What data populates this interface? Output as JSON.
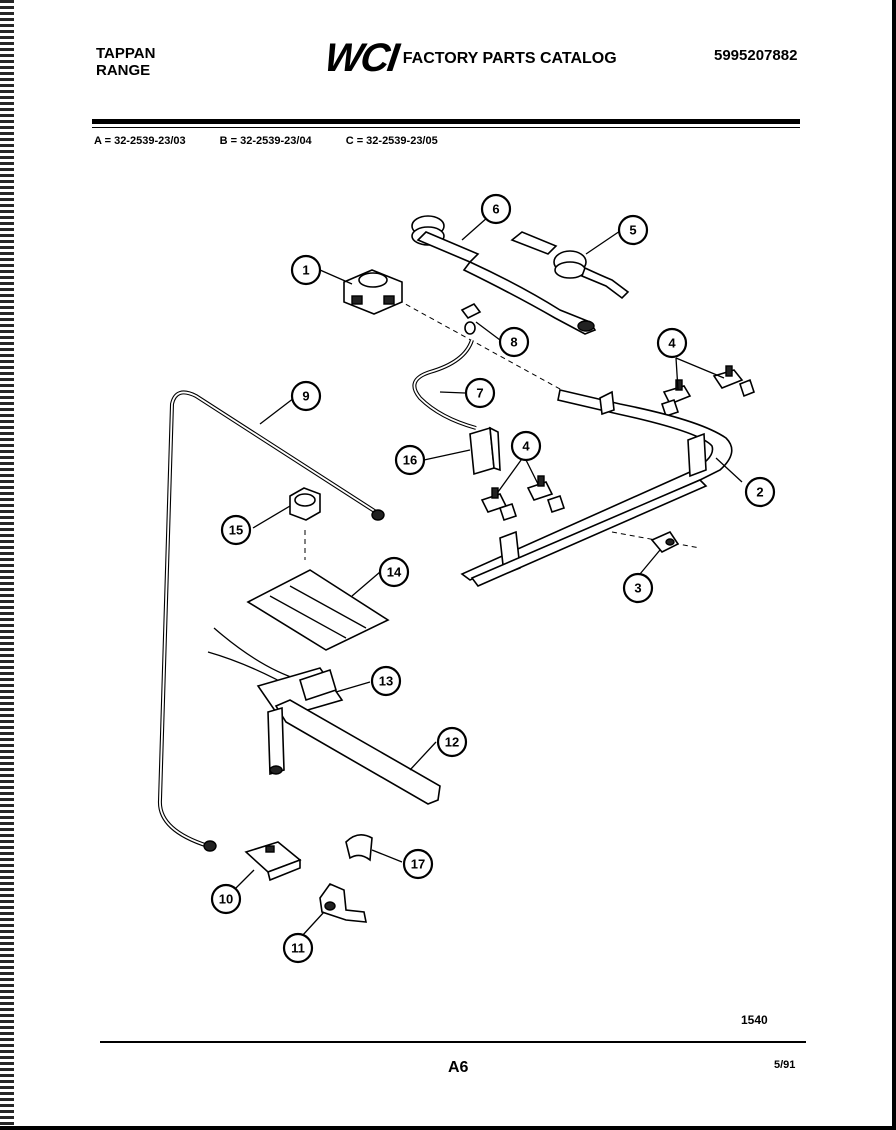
{
  "header": {
    "brand_line1": "TAPPAN",
    "brand_line2": "RANGE",
    "logo_text": "WCI",
    "catalog_title": "FACTORY PARTS CATALOG",
    "catalog_number": "5995207882"
  },
  "models": [
    "A = 32-2539-23/03",
    "B = 32-2539-23/04",
    "C = 32-2539-23/05"
  ],
  "callouts": {
    "c1": "1",
    "c2": "2",
    "c3": "3",
    "c4a": "4",
    "c4b": "4",
    "c5": "5",
    "c6": "6",
    "c7": "7",
    "c8": "8",
    "c9": "9",
    "c10": "10",
    "c11": "11",
    "c12": "12",
    "c13": "13",
    "c14": "14",
    "c15": "15",
    "c16": "16",
    "c17": "17"
  },
  "footer": {
    "figure_number": "1540",
    "page_code": "A6",
    "date": "5/91"
  }
}
